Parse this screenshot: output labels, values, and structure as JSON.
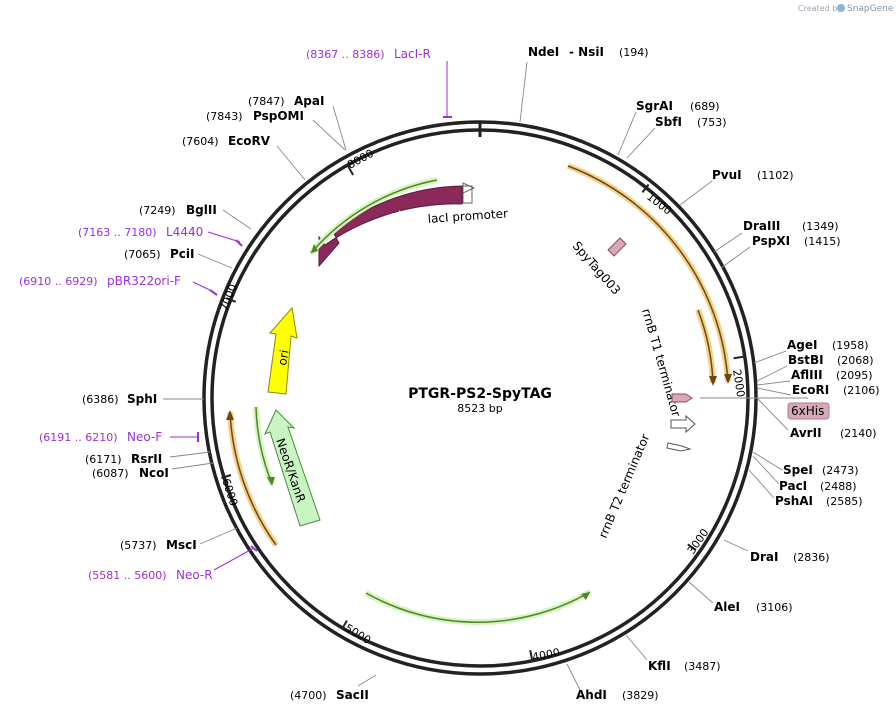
{
  "watermark": {
    "prefix": "Created by",
    "brand": "SnapGene"
  },
  "plasmid": {
    "name": "PTGR-PS2-SpyTAG",
    "size": "8523 bp"
  },
  "colors": {
    "backbone": "#222222",
    "enzyme_label": "#000000",
    "enzyme_pos": "#000000",
    "primer": "#9b30d9",
    "laci": "#8b2a5a",
    "ori": "#ffff00",
    "neo": "#c9f5c2",
    "orange_feature": "#f0b040",
    "green_feature": "#7cc83c",
    "his_tag_bg": "#d8a8b8"
  },
  "tick_labels": [
    "1000",
    "2000",
    "3000",
    "4000",
    "5000",
    "6000",
    "7000",
    "8000"
  ],
  "enzymes": [
    {
      "name": "NdeI",
      "extra": "-  NsiI",
      "pos": "(194)"
    },
    {
      "name": "SgrAI",
      "pos": "(689)"
    },
    {
      "name": "SbfI",
      "pos": "(753)"
    },
    {
      "name": "PvuI",
      "pos": "(1102)"
    },
    {
      "name": "DraIII",
      "pos": "(1349)"
    },
    {
      "name": "PspXI",
      "pos": "(1415)"
    },
    {
      "name": "AgeI",
      "pos": "(1958)"
    },
    {
      "name": "BstBI",
      "pos": "(2068)"
    },
    {
      "name": "AflIII",
      "pos": "(2095)"
    },
    {
      "name": "EcoRI",
      "pos": "(2106)"
    },
    {
      "name": "AvrII",
      "pos": "(2140)"
    },
    {
      "name": "SpeI",
      "pos": "(2473)"
    },
    {
      "name": "PacI",
      "pos": "(2488)"
    },
    {
      "name": "PshAI",
      "pos": "(2585)"
    },
    {
      "name": "DraI",
      "pos": "(2836)"
    },
    {
      "name": "AleI",
      "pos": "(3106)"
    },
    {
      "name": "KflI",
      "pos": "(3487)"
    },
    {
      "name": "AhdI",
      "pos": "(3829)"
    },
    {
      "name": "SacII",
      "pos": "(4700)"
    },
    {
      "name": "MscI",
      "pos": "(5737)"
    },
    {
      "name": "NcoI",
      "pos": "(6087)"
    },
    {
      "name": "RsrII",
      "pos": "(6171)"
    },
    {
      "name": "SphI",
      "pos": "(6386)"
    },
    {
      "name": "PciI",
      "pos": "(7065)"
    },
    {
      "name": "BglII",
      "pos": "(7249)"
    },
    {
      "name": "EcoRV",
      "pos": "(7604)"
    },
    {
      "name": "PspOMI",
      "pos": "(7843)"
    },
    {
      "name": "ApaI",
      "pos": "(7847)"
    }
  ],
  "primers": [
    {
      "range": "(8367 .. 8386)",
      "name": "LacI-R"
    },
    {
      "range": "(7163 .. 7180)",
      "name": "L4440"
    },
    {
      "range": "(6910 .. 6929)",
      "name": "pBR322ori-F"
    },
    {
      "range": "(6191 .. 6210)",
      "name": "Neo-F"
    },
    {
      "range": "(5581 .. 5600)",
      "name": "Neo-R"
    }
  ],
  "features": {
    "laci": "lacI",
    "laci_promoter": "lacI promoter",
    "spytag": "SpyTag003",
    "rrnb_t1": "rrnB T1 terminator",
    "rrnb_t2": "rrnB T2 terminator",
    "his_tag": "6xHis",
    "ori": "ori",
    "neo": "NeoR/KanR"
  }
}
